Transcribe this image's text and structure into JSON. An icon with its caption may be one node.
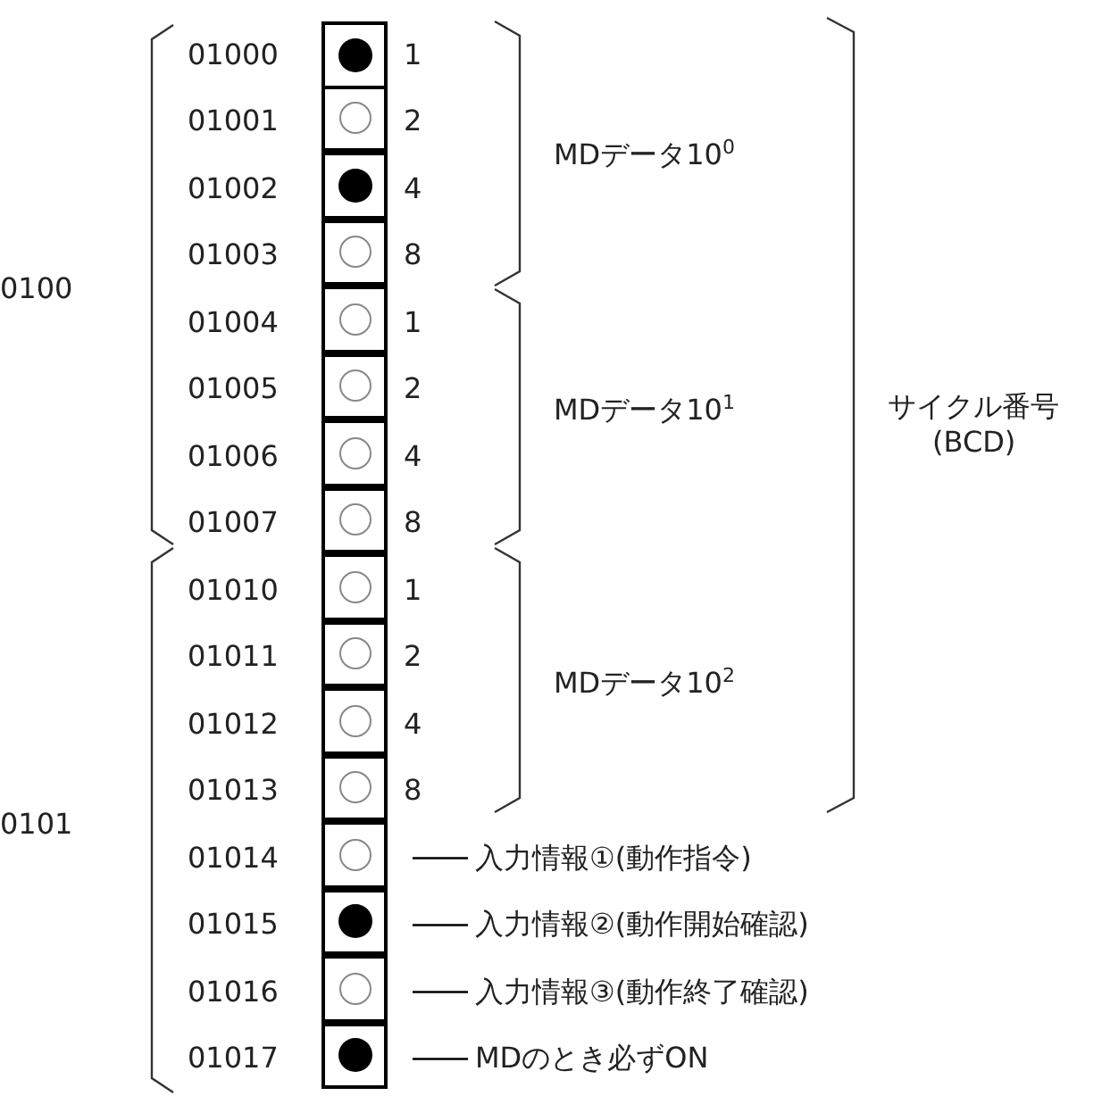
{
  "diagram": {
    "nodes": [
      {
        "text": [],
        "shape": "dot"
      },
      {
        "text": [],
        "shape": "circle"
      },
      {
        "text": [],
        "shape": "dot"
      },
      {
        "text": [],
        "shape": "circle"
      },
      {
        "text": [],
        "shape": "circle"
      },
      {
        "text": [],
        "shape": "circle"
      },
      {
        "text": [],
        "shape": "circle"
      },
      {
        "text": [],
        "shape": "circle"
      },
      {
        "text": [],
        "shape": "circle"
      },
      {
        "text": [],
        "shape": "circle"
      },
      {
        "text": [],
        "shape": "circle"
      },
      {
        "text": [],
        "shape": "circle"
      },
      {
        "text": [],
        "shape": "circle"
      },
      {
        "text": [],
        "shape": "dot"
      },
      {
        "text": [],
        "shape": "circle"
      },
      {
        "text": [],
        "shape": "dot"
      },
      {
        "text": [
          "入力情報①(動作指令)"
        ]
      },
      {
        "text": [
          "入力情報②(動作開始確認)"
        ]
      },
      {
        "text": [
          "入力情報③(動作終了確認)"
        ]
      },
      {
        "text": [
          "MDのとき必ずON"
        ]
      }
    ],
    "edges": [
      {
        "from": 12,
        "to": 16,
        "arrow": "none"
      },
      {
        "from": 13,
        "to": 17,
        "arrow": "none"
      },
      {
        "from": 14,
        "to": 18,
        "arrow": "none"
      },
      {
        "from": 15,
        "to": 19,
        "arrow": "none"
      }
    ],
    "labels": [
      "01000",
      "1",
      "01001",
      "2",
      "01002",
      "4",
      "01003",
      "8",
      "01004",
      "1",
      "01005",
      "2",
      "01006",
      "4",
      "01007",
      "8",
      "01010",
      "1",
      "01011",
      "2",
      "01012",
      "4",
      "01013",
      "8",
      "01014",
      "01015",
      "01016",
      "01017",
      "0100",
      "0101",
      "MDデータ10$^{0}$",
      "MDデータ10$^{1}$",
      "MDデータ10$^{2}$",
      "サイクル番号",
      "(BCD)"
    ]
  }
}
